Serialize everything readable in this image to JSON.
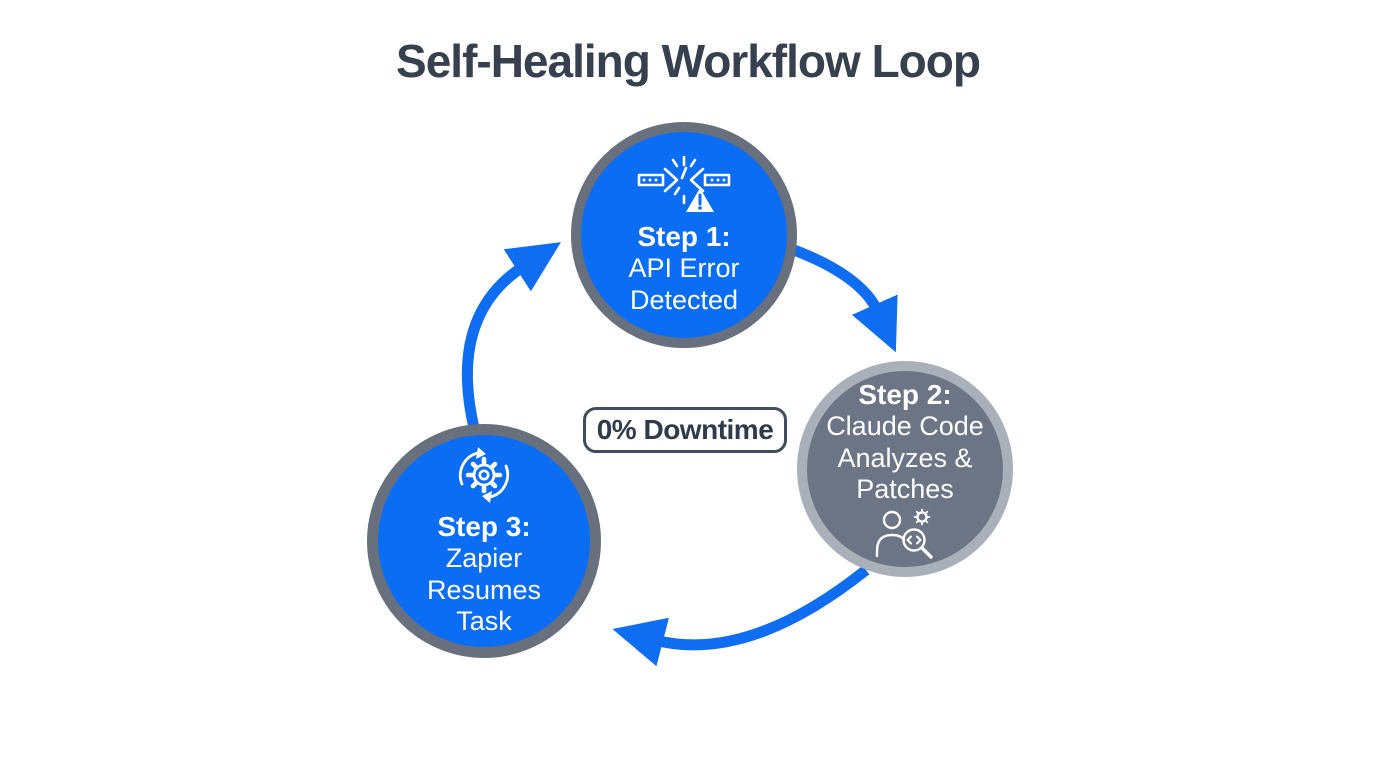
{
  "title": "Self-Healing Workflow Loop",
  "badge": {
    "label": "0% Downtime"
  },
  "steps": [
    {
      "heading": "Step 1:",
      "lines": [
        "API Error",
        "Detected"
      ],
      "icon": "broken-api-connection-warning-icon",
      "variant": "blue"
    },
    {
      "heading": "Step 2:",
      "lines": [
        "Claude Code",
        "Analyzes &",
        "Patches"
      ],
      "icon": "developer-magnifier-gear-icon",
      "variant": "gray"
    },
    {
      "heading": "Step 3:",
      "lines": [
        "Zapier",
        "Resumes",
        "Task"
      ],
      "icon": "gear-sync-refresh-icon",
      "variant": "blue"
    }
  ],
  "colors": {
    "accent_blue": "#0b6cf4",
    "arrow_blue": "#0e6df0",
    "gray_circle_fill": "#6b7585",
    "blue_circle_border": "#68707e",
    "gray_circle_border": "#a9b0ba",
    "title_text": "#36404e",
    "badge_border": "#414d5e",
    "badge_text": "#2f3a4a",
    "background": "#ffffff"
  }
}
